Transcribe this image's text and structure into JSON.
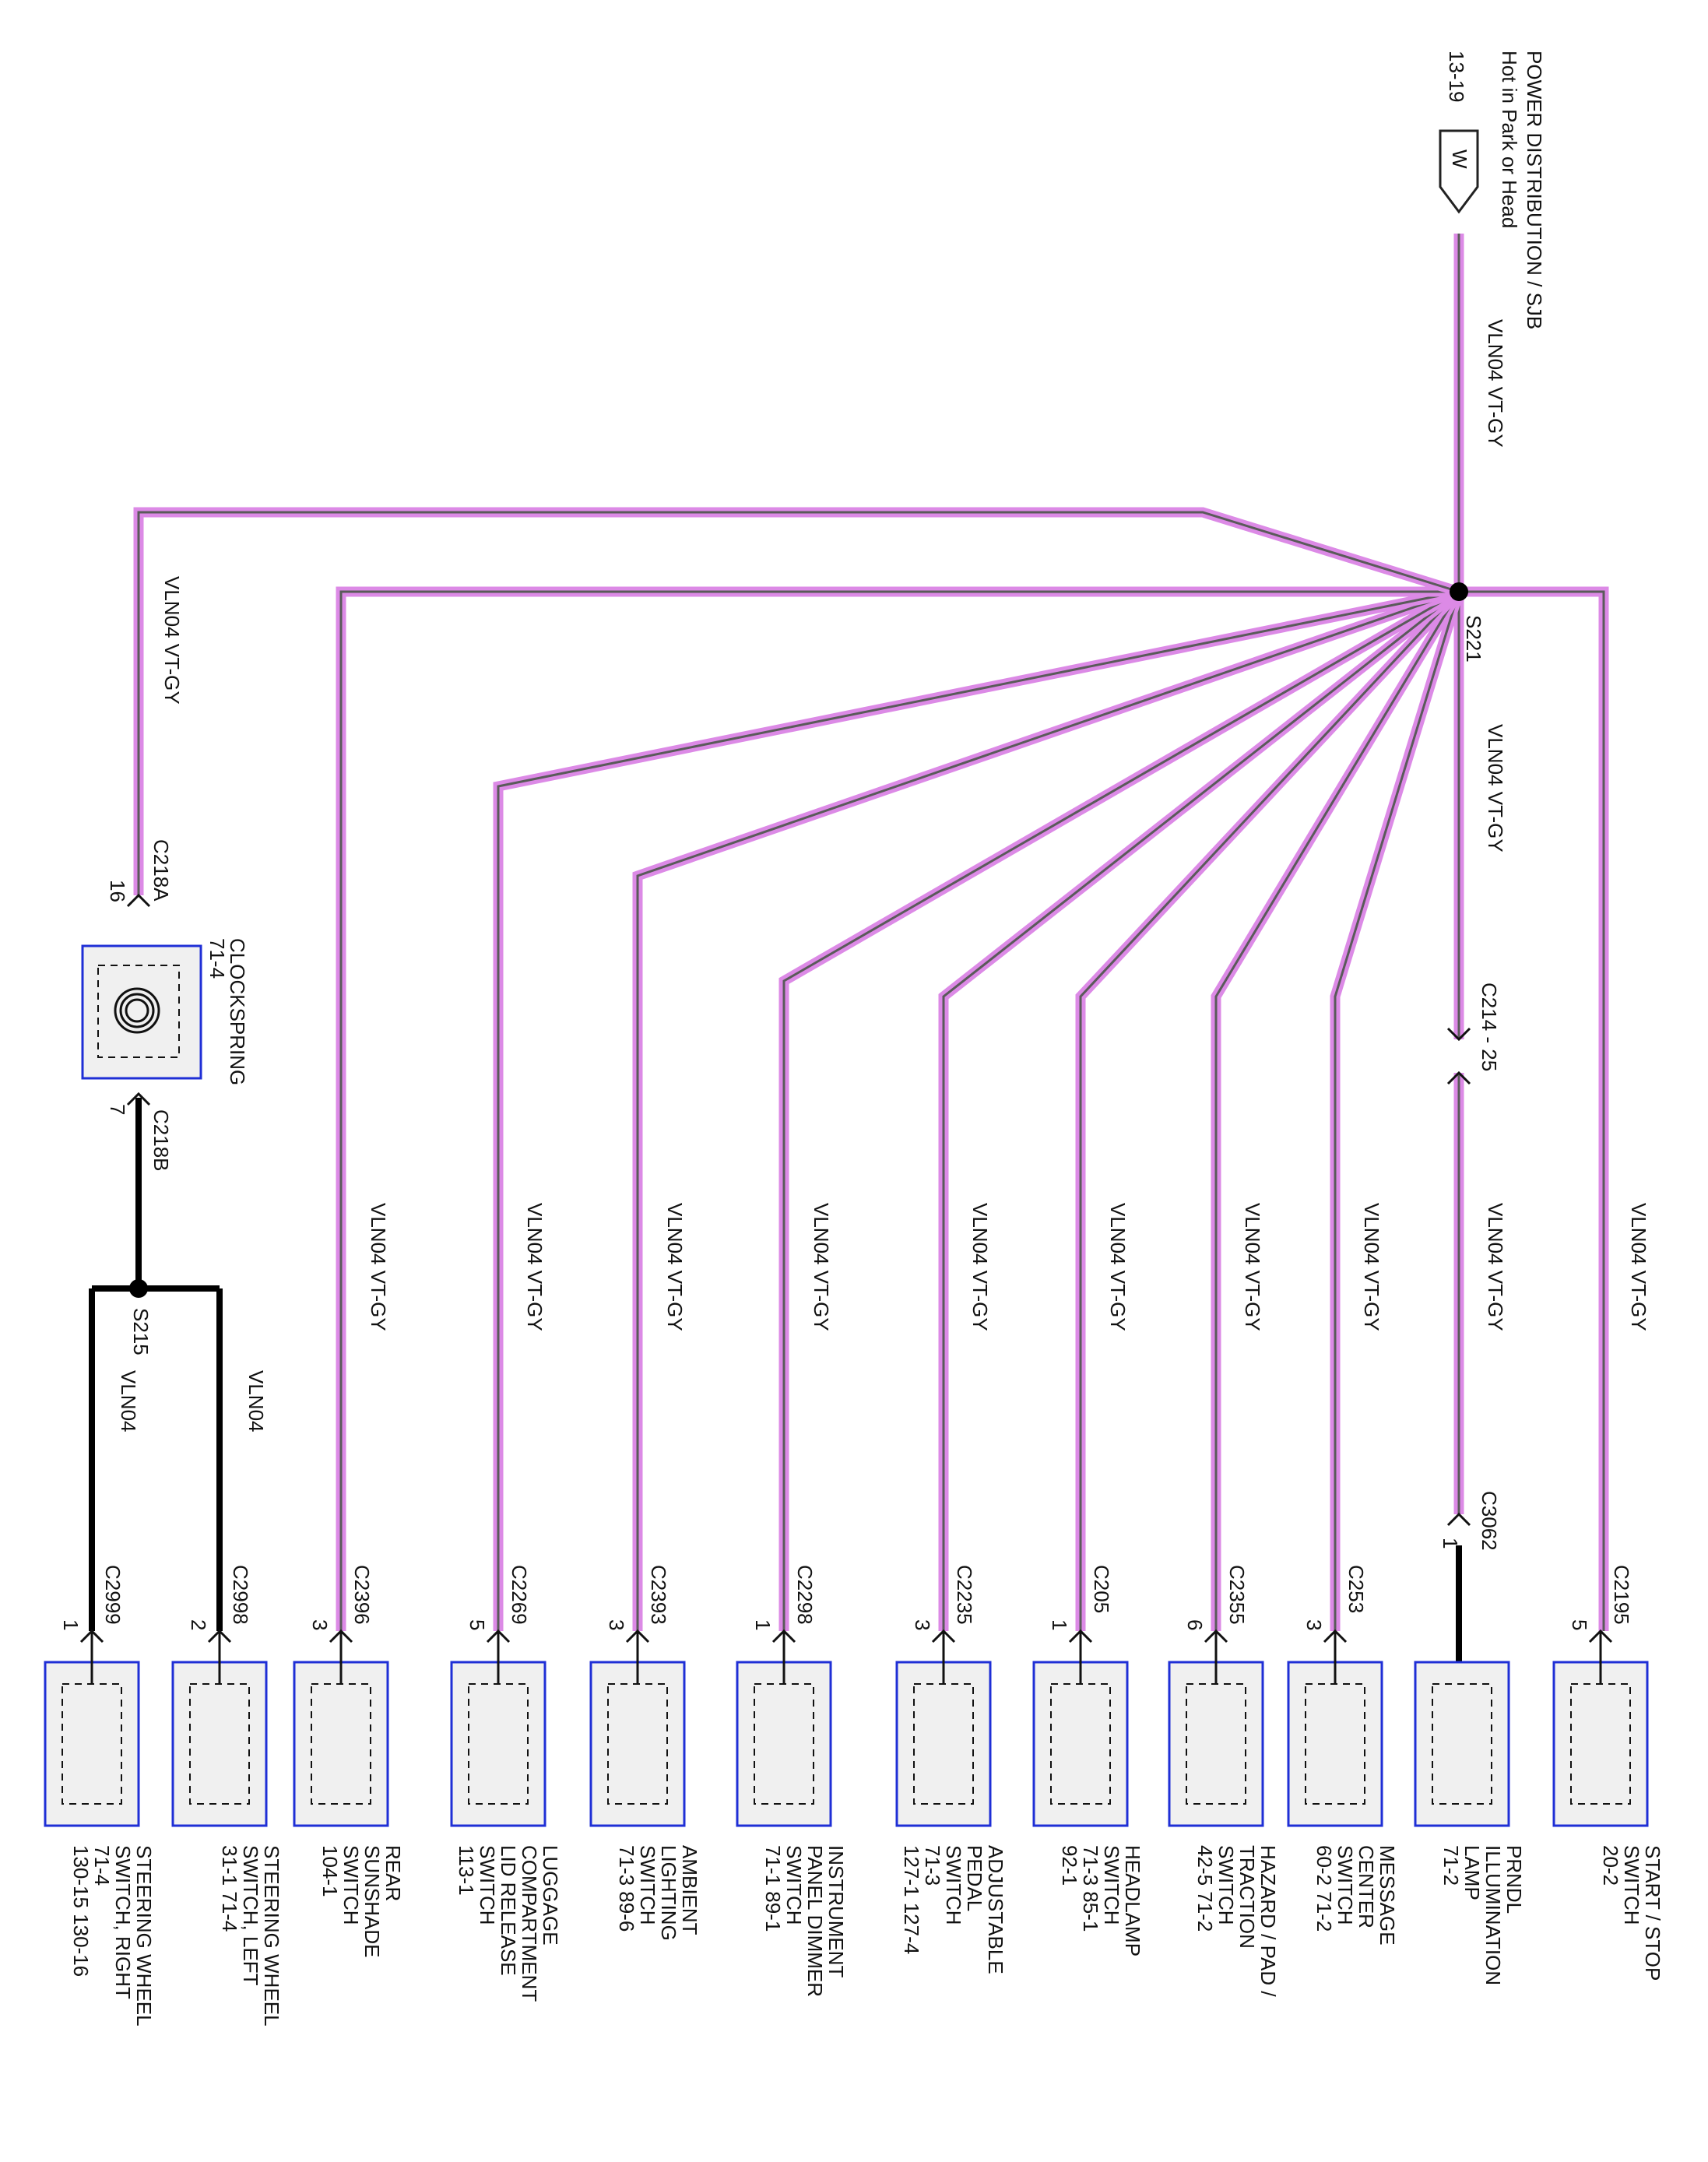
{
  "colors": {
    "wire_violet": "#dc8ae6",
    "wire_core": "#5a5a5a",
    "wire_black": "#000000",
    "component_border": "#1f2fd6",
    "component_fill": "#f0f0f0"
  },
  "power": {
    "source": "POWER DISTRIBUTION / SJB",
    "condition": "Hot in Park or Head",
    "ref": "13-19",
    "pin": "W"
  },
  "main_wire": {
    "circuit": "VLN04",
    "color_code": "VT-GY"
  },
  "splice_s221": "S221",
  "splice_s215": "S215",
  "c214": {
    "name": "C214",
    "dash": "-",
    "pin": "25"
  },
  "c3062": {
    "name": "C3062",
    "pin": "1"
  },
  "clockspring": {
    "name": "CLOCKSPRING",
    "ref": "71-4",
    "in_connector": "C218A",
    "in_pin": "16",
    "out_connector": "C218B",
    "out_pin": "7"
  },
  "branches": [
    {
      "circuit": "VLN04",
      "color_code": "VT-GY"
    },
    {
      "circuit": "VLN04",
      "color_code": "VT-GY"
    },
    {
      "circuit": "VLN04",
      "color_code": "VT-GY"
    },
    {
      "circuit": "VLN04",
      "color_code": "VT-GY"
    },
    {
      "circuit": "VLN04",
      "color_code": "VT-GY"
    },
    {
      "circuit": "VLN04",
      "color_code": "VT-GY"
    },
    {
      "circuit": "VLN04",
      "color_code": "VT-GY"
    },
    {
      "circuit": "VLN04",
      "color_code": "VT-GY"
    },
    {
      "circuit": "VLN04",
      "color_code": "VT-GY"
    },
    {
      "circuit": "VLN04",
      "color_code": "VT-GY"
    },
    {
      "circuit": "VLN04",
      "color_code": "VT-GY"
    },
    {
      "circuit": "VLN04"
    },
    {
      "circuit": "VLN04"
    }
  ],
  "components": [
    {
      "connector": "C2195",
      "pin": "5",
      "lines": [
        "START / STOP",
        "SWITCH",
        "20-2"
      ]
    },
    {
      "connector": "",
      "pin": "",
      "lines": [
        "PRNDL",
        "ILLUMINATION",
        "LAMP",
        "71-2"
      ]
    },
    {
      "connector": "C253",
      "pin": "3",
      "lines": [
        "MESSAGE",
        "CENTER",
        "SWITCH",
        "60-2      71-2"
      ]
    },
    {
      "connector": "C2355",
      "pin": "6",
      "lines": [
        "HAZARD / PAD /",
        "TRACTION",
        "SWITCH",
        "42-5      71-2"
      ]
    },
    {
      "connector": "C205",
      "pin": "1",
      "lines": [
        "HEADLAMP",
        "SWITCH",
        "71-3      85-1",
        "92-1"
      ]
    },
    {
      "connector": "C2235",
      "pin": "3",
      "lines": [
        "ADJUSTABLE",
        "PEDAL",
        "SWITCH",
        "71-3",
        "127-1      127-4"
      ]
    },
    {
      "connector": "C2298",
      "pin": "1",
      "lines": [
        "INSTRUMENT",
        "PANEL DIMMER",
        "SWITCH",
        "71-1      89-1"
      ]
    },
    {
      "connector": "C2393",
      "pin": "3",
      "lines": [
        "AMBIENT",
        "LIGHTING",
        "SWITCH",
        "71-3      89-6"
      ]
    },
    {
      "connector": "C2269",
      "pin": "5",
      "lines": [
        "LUGGAGE",
        "COMPARTMENT",
        "LID RELEASE",
        "SWITCH",
        "113-1"
      ]
    },
    {
      "connector": "C2396",
      "pin": "3",
      "lines": [
        "REAR",
        "SUNSHADE",
        "SWITCH",
        "104-1"
      ]
    },
    {
      "connector": "C2998",
      "pin": "2",
      "lines": [
        "STEERING WHEEL",
        "SWITCH, LEFT",
        "31-1      71-4"
      ]
    },
    {
      "connector": "C2999",
      "pin": "1",
      "lines": [
        "STEERING WHEEL",
        "SWITCH, RIGHT",
        "71-4",
        "130-15      130-16"
      ]
    }
  ]
}
